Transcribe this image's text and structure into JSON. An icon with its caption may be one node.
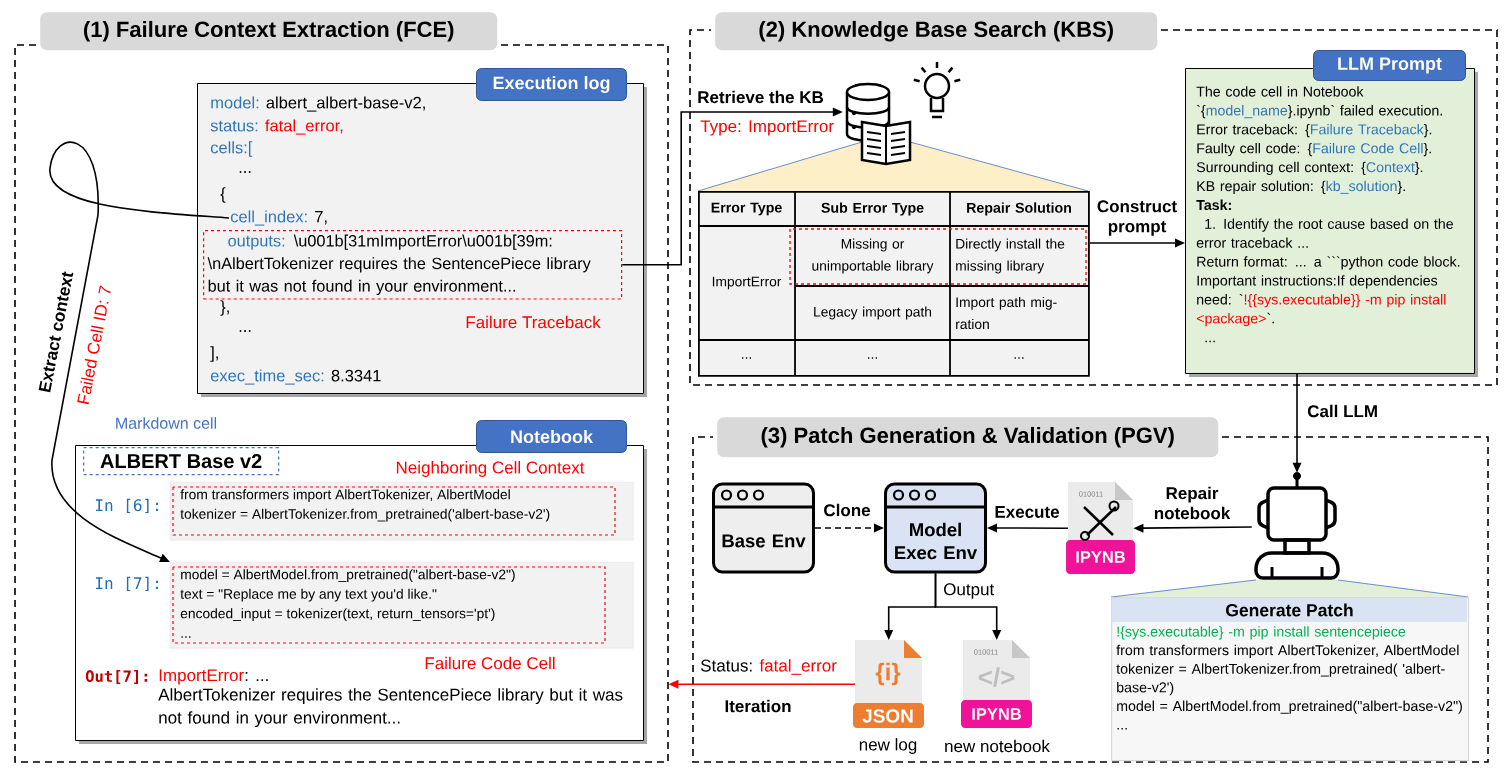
{
  "diagram": {
    "nodes": [
      {
        "text": [
          "(1) Failure Context Extraction (FCE)"
        ]
      },
      {
        "text": [
          "Execution log",
          "model:",
          "albert_albert-base-v2,",
          "status:",
          "fatal_error,",
          "cells:[",
          "...",
          "{",
          "},",
          "...",
          "],",
          "exec_time_sec:",
          "8.3341"
        ],
        "in": 0
      },
      {
        "text": [
          "cell_index:",
          "7,"
        ],
        "in": 1
      },
      {
        "text": [
          "outputs:",
          "\\u001b[31mImportError\\u001b[39m: \\nAlbertTokenizer requires the SentencePiece library but it was not found in your environment..."
        ],
        "beside": [
          "Failure Traceback"
        ],
        "in": 1
      },
      {
        "text": [
          "Notebook",
          "Out[7]:",
          "ImportError",
          ": ...",
          "AlbertTokenizer requires the SentencePiece library but it was not found in your environment..."
        ],
        "in": 0
      },
      {
        "text": [
          "ALBERT Base v2"
        ],
        "beside": [
          "Markdown cell"
        ],
        "in": 4
      },
      {
        "text": [
          "from transformers import AlbertTokenizer, AlbertModel",
          "tokenizer = AlbertTokenizer.from_pretrained('albert-base-v2')"
        ],
        "beside": [
          "In [6]:",
          "Neighboring Cell Context"
        ],
        "in": 4
      },
      {
        "text": [
          "model = AlbertModel.from_pretrained(\"albert-base-v2\")",
          "text = \"Replace me by any text you'd like.\"",
          "encoded_input = tokenizer(text, return_tensors='pt')",
          "..."
        ],
        "beside": [
          "In [7]:",
          "Failure Code Cell"
        ],
        "in": 4
      },
      {
        "text": [
          "(2) Knowledge Base Search (KBS)"
        ]
      },
      {
        "text": [],
        "shape": "cylinder",
        "in": 8
      },
      {
        "text": [
          "Error Type",
          "Sub Error Type",
          "Repair Solution",
          "ImportError",
          "Missing or unimportable library",
          "Directly install the missing library",
          "Legacy import path",
          "Import path mig-ration",
          "...",
          "...",
          "..."
        ],
        "in": 8
      },
      {
        "text": [
          "LLM Prompt",
          "The code cell in Notebook `{",
          "model_name",
          "}.ipynb` failed execution.",
          "Error traceback: {",
          "Failure Traceback",
          "}.",
          "Faulty cell code: {",
          "Failure Code Cell",
          "}.",
          "Surrounding cell context: {",
          "Context",
          "}.",
          "KB repair solution: {",
          "kb_solution",
          "}.",
          "Task:",
          "1. Identify the root cause based on the error traceback ...",
          "Return format: ... a ```python code block.",
          "Important instructions:If dependencies need: `",
          "!{{sys.executable}} -m pip install <package>",
          "`.",
          "..."
        ],
        "in": 8
      },
      {
        "text": [
          "(3) Patch Generation & Validation (PGV)"
        ]
      },
      {
        "text": [
          "Base Env"
        ],
        "in": 12
      },
      {
        "text": [
          "Model Exec Env"
        ],
        "in": 12
      },
      {
        "text": [
          "010011",
          "IPYNB"
        ],
        "in": 12
      },
      {
        "text": [],
        "shape": "robot",
        "in": 12
      },
      {
        "text": [
          "Generate Patch",
          "!{sys.executable} -m pip install sentencepiece",
          "from transformers import AlbertTokenizer, AlbertModel",
          "tokenizer = AlbertTokenizer.from_pretrained( 'albert-base-v2')",
          "model = AlbertModel.from_pretrained(\"albert-base-v2\")",
          "..."
        ],
        "in": 12
      },
      {
        "text": [
          "{i}",
          "JSON"
        ],
        "beside": [
          "new log"
        ],
        "in": 12
      },
      {
        "text": [
          "010011",
          "</>",
          "IPYNB"
        ],
        "beside": [
          "new notebook"
        ],
        "in": 12
      }
    ],
    "edges": [
      {
        "from": 2,
        "to": 7,
        "arrow": "to",
        "label": "Extract context"
      },
      {
        "from": 3,
        "to": 9,
        "arrow": "to",
        "label": "Retrieve the KB"
      },
      {
        "from": 10,
        "to": 11,
        "arrow": "to",
        "label": "Construct prompt"
      },
      {
        "from": 11,
        "to": 16,
        "arrow": "to",
        "label": "Call LLM"
      },
      {
        "from": 16,
        "to": 15,
        "arrow": "to",
        "label": "Repair notebook"
      },
      {
        "from": 15,
        "to": 14,
        "arrow": "to",
        "label": "Execute"
      },
      {
        "from": 13,
        "to": 14,
        "arrow": "to",
        "label": "Clone",
        "style": "dashed"
      },
      {
        "from": 14,
        "to": 18,
        "arrow": "to",
        "label": "Output"
      },
      {
        "from": 14,
        "to": 19,
        "arrow": "to"
      },
      {
        "from": 18,
        "to": 0,
        "arrow": "to",
        "label": "Iteration",
        "color": "#ff0000"
      }
    ],
    "labels": [
      "Failed Cell ID: 7",
      "Type: ImportError",
      "Status:",
      "fatal_error"
    ]
  }
}
